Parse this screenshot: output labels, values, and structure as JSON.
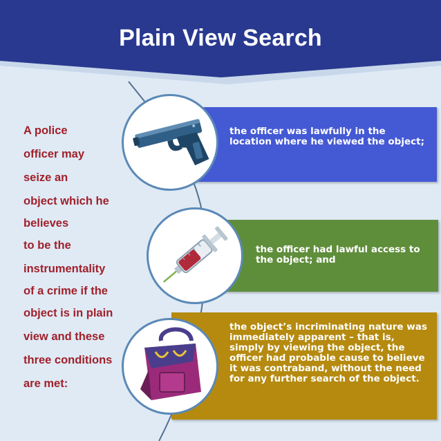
{
  "header": {
    "title": "Plain View Search"
  },
  "intro_lines": [
    "A police",
    "officer may",
    "seize an",
    "object which he",
    "believes",
    "to be the",
    "instrumentality",
    "of a crime if the",
    "object is in plain",
    "view and these",
    "three conditions",
    "are met:"
  ],
  "conditions": [
    {
      "text": "the officer was lawfully in the location where he viewed the object;",
      "icon": "pistol-icon",
      "color": "#4459d4"
    },
    {
      "text": "the officer had lawful access to the object; and",
      "icon": "syringe-icon",
      "color": "#5f8e3b"
    },
    {
      "text": "the object’s incriminating nature was immediately apparent – that is, simply by viewing the object, the officer had probable cause to believe it was contraband, without the need for any further search of the object.",
      "icon": "bag-icon",
      "color": "#b58a0f"
    }
  ],
  "colors": {
    "banner": "#29398f",
    "background": "#dfeaf5",
    "intro_text": "#a0202a",
    "circle_border": "#5b89b6"
  }
}
